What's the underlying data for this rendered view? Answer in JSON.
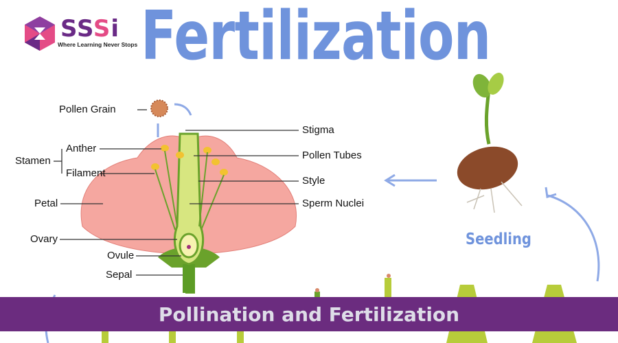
{
  "logo": {
    "name": "SSSi",
    "tagline": "Where Learning Never Stops"
  },
  "title": "Fertilization",
  "labels": {
    "pollen_grain": "Pollen Grain",
    "stamen": "Stamen",
    "anther": "Anther",
    "filament": "Filament",
    "petal": "Petal",
    "ovary": "Ovary",
    "ovule": "Ovule",
    "sepal": "Sepal",
    "stigma": "Stigma",
    "pollen_tubes": "Pollen Tubes",
    "style": "Style",
    "sperm_nuclei": "Sperm Nuclei"
  },
  "seedling": "Seedling",
  "banner": "Pollination and Fertilization",
  "colors": {
    "brand_purple": "#6b2c7f",
    "title_blue": "#6f93dc",
    "petal": "#f5a7a0"
  }
}
